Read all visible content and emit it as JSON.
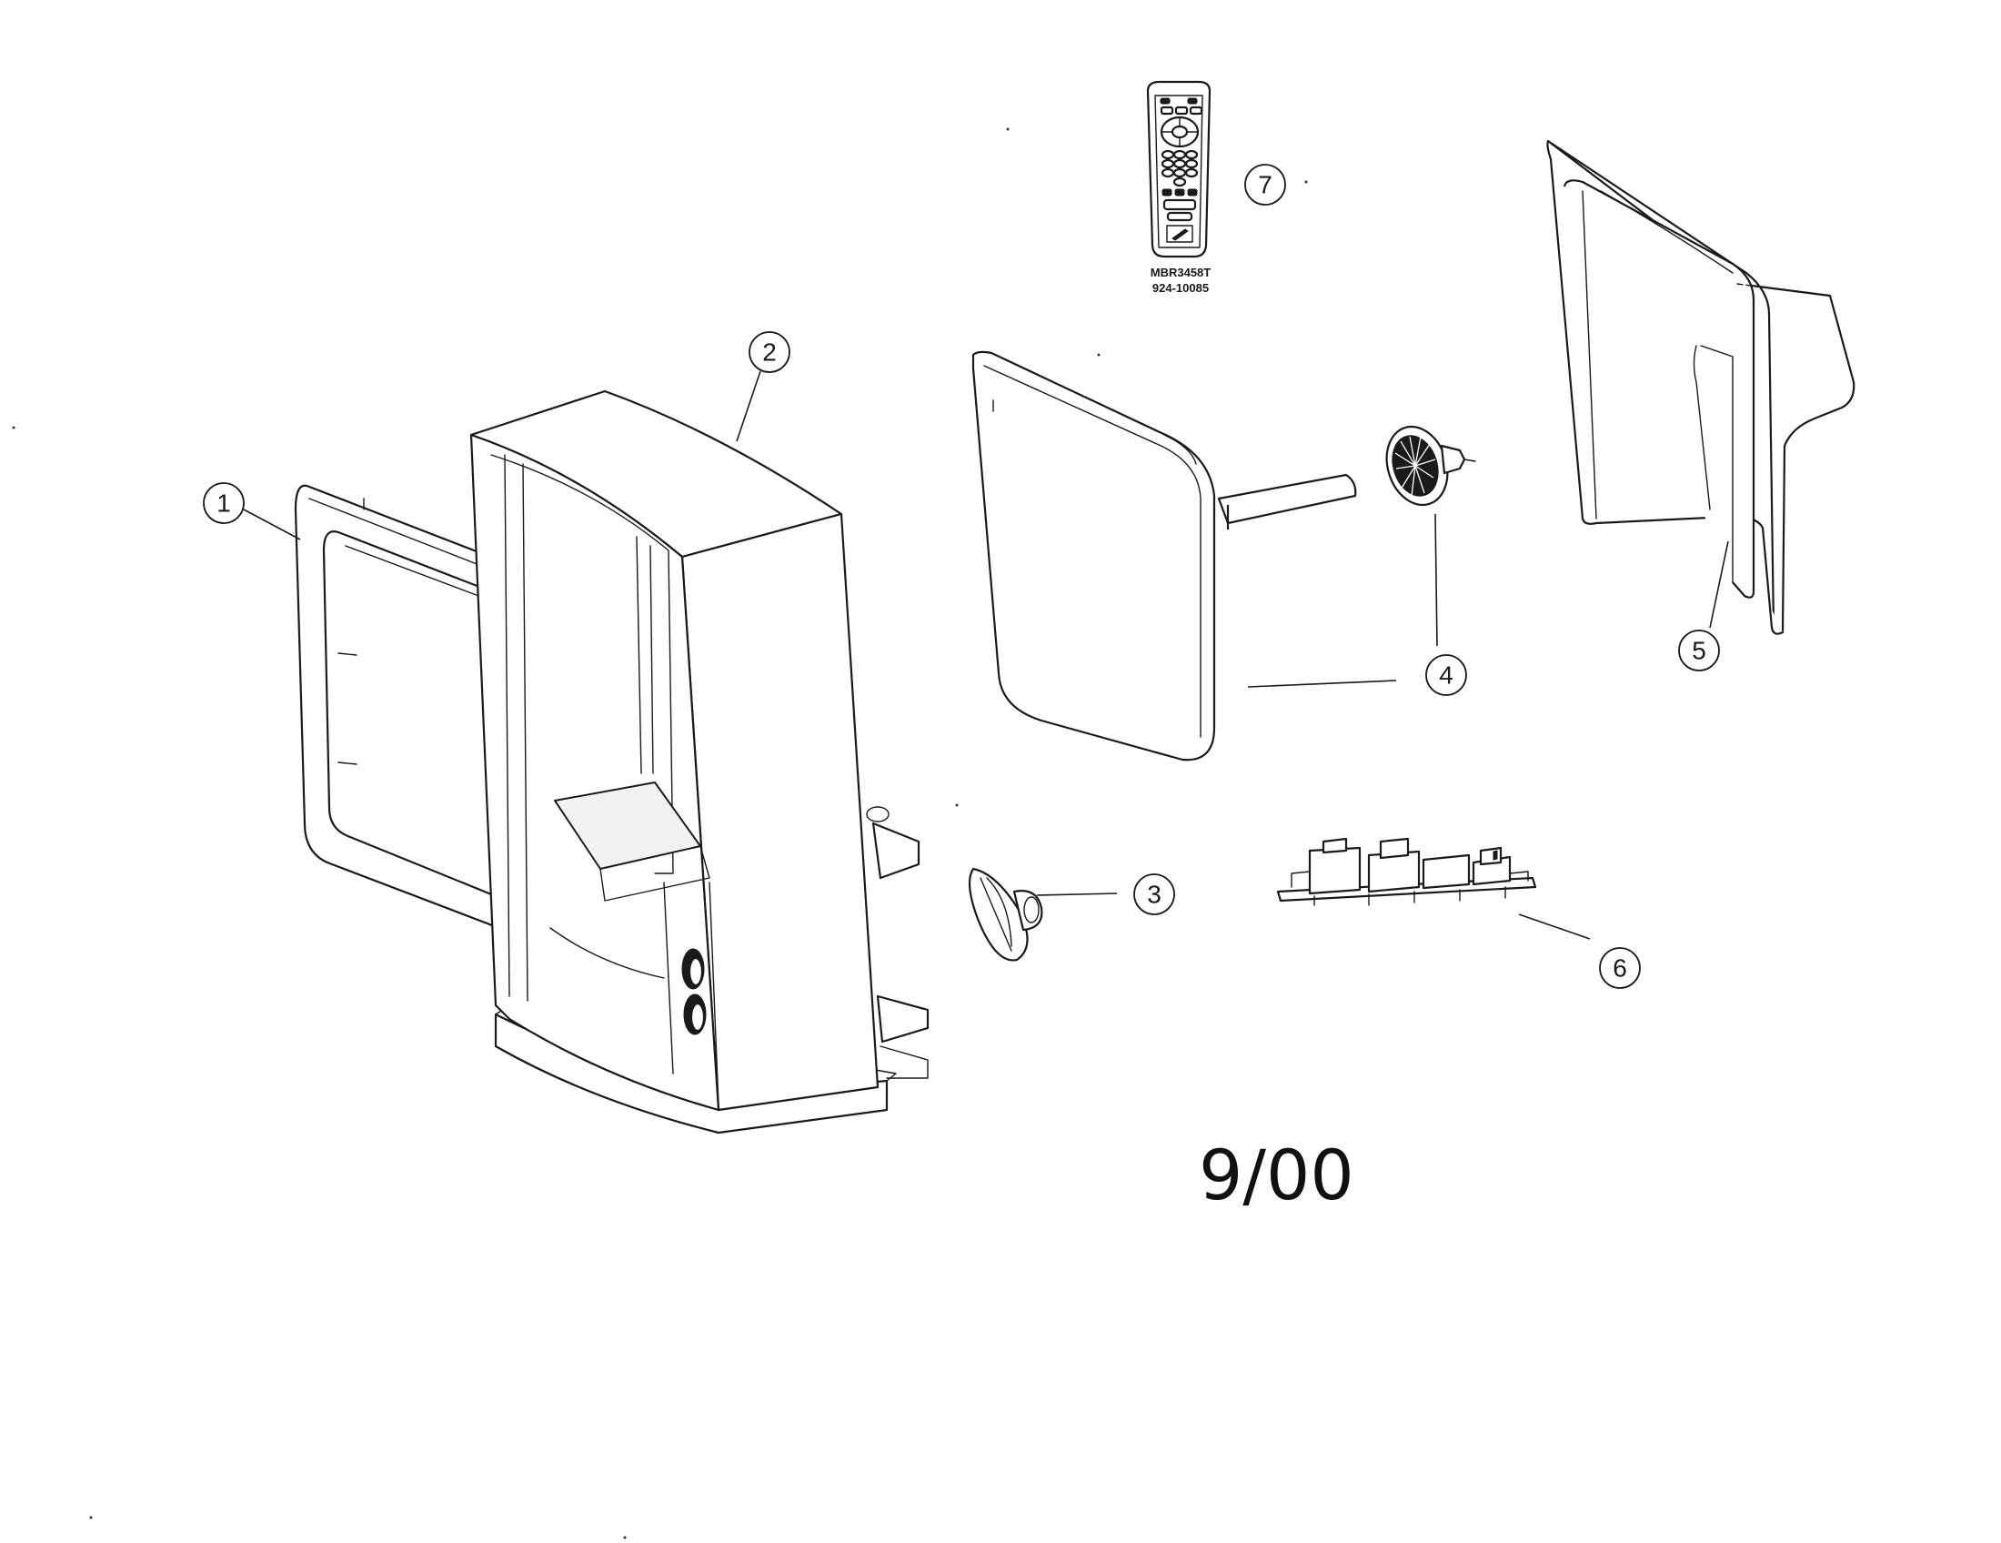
{
  "diagram": {
    "callouts": [
      "1",
      "2",
      "3",
      "4",
      "5",
      "6",
      "7"
    ],
    "remote_model": "MBR3458T",
    "remote_part_number": "924-10085",
    "date_code": "9/00"
  }
}
